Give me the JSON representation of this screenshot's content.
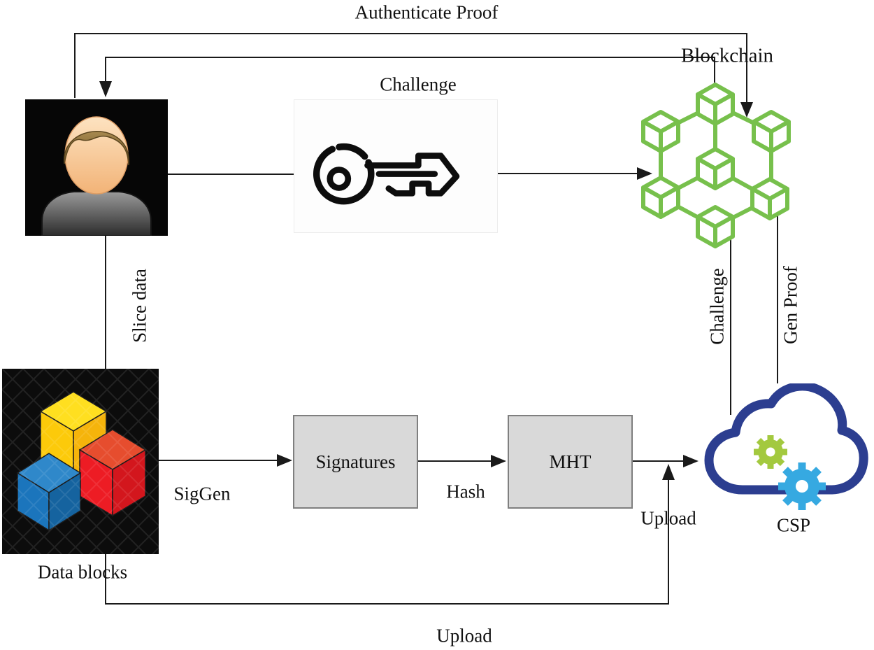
{
  "labels": {
    "authenticate_proof": "Authenticate Proof",
    "blockchain": "Blockchain",
    "challenge_top": "Challenge",
    "slice_data": "Slice data",
    "data_blocks": "Data blocks",
    "siggen": "SigGen",
    "signatures": "Signatures",
    "hash": "Hash",
    "mht": "MHT",
    "upload_mid": "Upload",
    "upload_bottom": "Upload",
    "challenge_right": "Challenge",
    "gen_proof": "Gen Proof",
    "csp": "CSP"
  },
  "colors": {
    "line": "#1a1a1a",
    "blockchain_green": "#77c04c",
    "gear_green": "#a3c93f",
    "gear_blue": "#36a9e1",
    "cloud_blue": "#2c3e90",
    "box_fill": "#d9d9d9",
    "box_border": "#7f7f7f",
    "cube_yellow": "#ffd915",
    "cube_blue": "#1b75bc",
    "cube_red": "#ec1c24"
  }
}
